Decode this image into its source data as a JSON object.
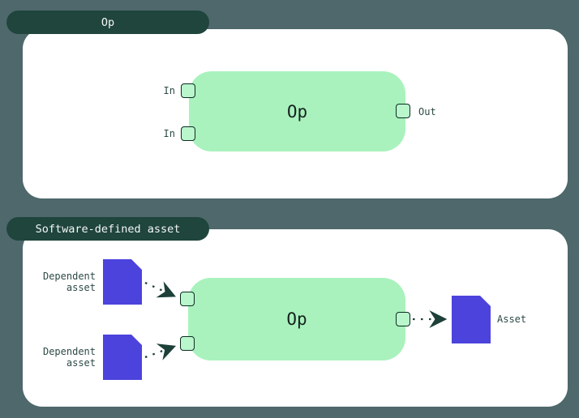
{
  "colors": {
    "background": "#4e686b",
    "pill_bg": "#1f453c",
    "pill_text": "#f4f7f6",
    "card_bg": "#ffffff",
    "node_green": "#a9f2bd",
    "port_fill": "#b9f6cb",
    "port_border": "#0d2b23",
    "doc_purple": "#4c43dd",
    "label_text": "#2d4a45",
    "node_text": "#14231f",
    "arrow": "#1d4039"
  },
  "op_section": {
    "tab_label": "Op",
    "node_label": "Op",
    "input_labels": [
      "In",
      "In"
    ],
    "output_label": "Out"
  },
  "sda_section": {
    "tab_label": "Software-defined asset",
    "node_label": "Op",
    "dependent_asset_labels": [
      "Dependent\nasset",
      "Dependent\nasset"
    ],
    "asset_label": "Asset"
  }
}
